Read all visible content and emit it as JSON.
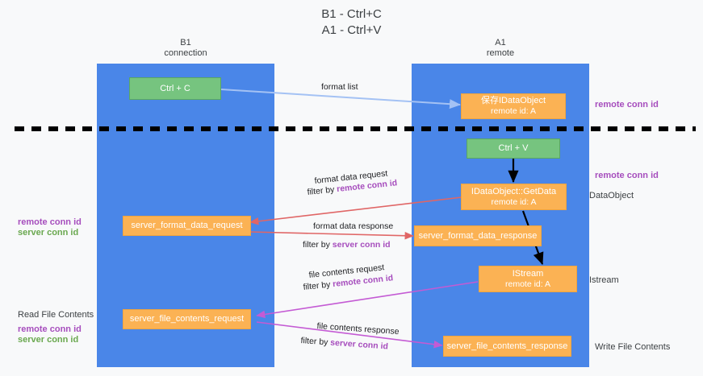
{
  "title": {
    "line1": "B1 - Ctrl+C",
    "line2": "A1 - Ctrl+V"
  },
  "lanes": [
    {
      "id": "b1",
      "head_line1": "B1",
      "head_line2": "connection",
      "color": "#4a86e8"
    },
    {
      "id": "a1",
      "head_line1": "A1",
      "head_line2": "remote",
      "color": "#4a86e8"
    }
  ],
  "nodes": {
    "ctrl_c": {
      "label": "Ctrl + C",
      "sub": "",
      "color": "#76c47f"
    },
    "save_idataobject": {
      "label": "保存IDataObject",
      "sub": "remote id: A",
      "color": "#fbb254"
    },
    "ctrl_v": {
      "label": "Ctrl + V",
      "sub": "",
      "color": "#76c47f"
    },
    "getdata": {
      "label": "IDataObject::GetData",
      "sub": "remote id: A",
      "color": "#fbb254"
    },
    "server_format_data_request": {
      "label": "server_format_data_request",
      "sub": "",
      "color": "#fbb254"
    },
    "server_format_data_response": {
      "label": "server_format_data_response",
      "sub": "",
      "color": "#fbb254"
    },
    "istream": {
      "label": "IStream",
      "sub": "remote id: A",
      "color": "#fbb254"
    },
    "server_file_contents_request": {
      "label": "server_file_contents_request",
      "sub": "",
      "color": "#fbb254"
    },
    "server_file_contents_response": {
      "label": "server_file_contents_response",
      "sub": "",
      "color": "#fbb254"
    }
  },
  "side_labels": {
    "remote_conn_id_top": "remote conn id",
    "remote_conn_id_mid": "remote conn id",
    "dataobject": "DataObject",
    "istream": "Istream",
    "write_file_contents": "Write File Contents",
    "read_file_contents": "Read File Contents",
    "left_remote_conn_id_mid": "remote conn id",
    "left_server_conn_id_mid": "server conn id",
    "left_remote_conn_id_bot": "remote conn id",
    "left_server_conn_id_bot": "server conn id"
  },
  "edge_labels": {
    "format_list": "format list",
    "format_data_request": "format data request",
    "filter_by_remote_1_prefix": "filter by ",
    "filter_by_remote_1_value": "remote conn id",
    "format_data_response": "format data response",
    "filter_by_server_1_prefix": "filter by ",
    "filter_by_server_1_value": "server conn id",
    "file_contents_request": "file contents request",
    "filter_by_remote_2_prefix": "filter by ",
    "filter_by_remote_2_value": "remote conn id",
    "file_contents_response": "file contents response",
    "filter_by_server_2_prefix": "filter by ",
    "filter_by_server_2_value": "server conn id"
  },
  "colors": {
    "lane": "#4a86e8",
    "green_node": "#76c47f",
    "orange_node": "#fbb254",
    "purple": "#a64dbd",
    "green_text": "#6aa84f",
    "arrow_blue": "#a4c2f4",
    "arrow_red": "#e06666",
    "arrow_magenta": "#c45bd4",
    "arrow_black": "#000000",
    "background": "#f8f9fa"
  }
}
